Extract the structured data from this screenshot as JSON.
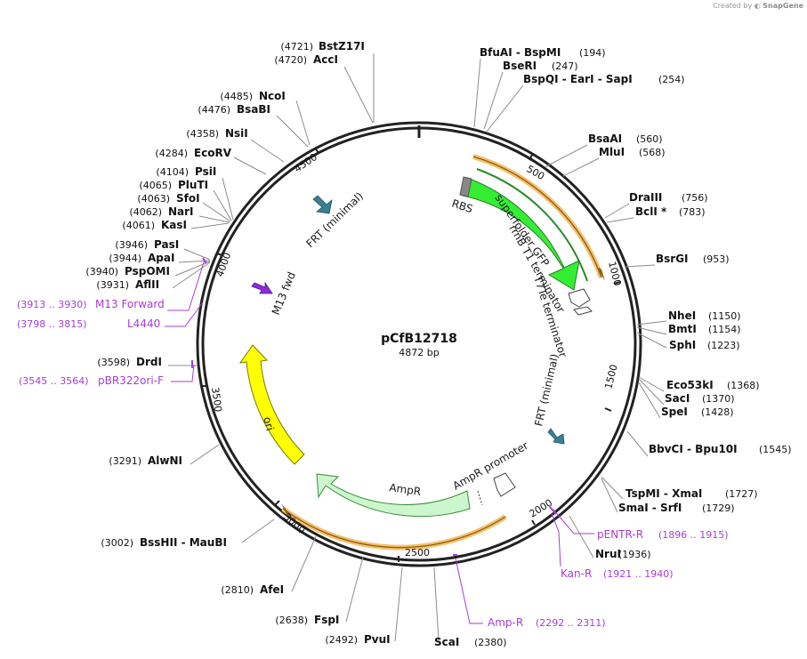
{
  "credit": {
    "prefix": "Created by",
    "brand": "SnapGene"
  },
  "plasmid": {
    "name": "pCfB12718",
    "size_label": "4872 bp",
    "length": 4872
  },
  "ticks": [
    "500",
    "1000",
    "1500",
    "2000",
    "2500",
    "3000",
    "3500",
    "4000",
    "4500"
  ],
  "sites": [
    {
      "name": "BstZ17I",
      "pos": "(4721)"
    },
    {
      "name": "AccI",
      "pos": "(4720)"
    },
    {
      "name": "NcoI",
      "pos": "(4485)"
    },
    {
      "name": "BsaBI",
      "pos": "(4476)"
    },
    {
      "name": "NsiI",
      "pos": "(4358)"
    },
    {
      "name": "EcoRV",
      "pos": "(4284)"
    },
    {
      "name": "PsiI",
      "pos": "(4104)"
    },
    {
      "name": "PluTI",
      "pos": "(4065)"
    },
    {
      "name": "SfoI",
      "pos": "(4063)"
    },
    {
      "name": "NarI",
      "pos": "(4062)"
    },
    {
      "name": "KasI",
      "pos": "(4061)"
    },
    {
      "name": "PasI",
      "pos": "(3946)"
    },
    {
      "name": "ApaI",
      "pos": "(3944)"
    },
    {
      "name": "PspOMI",
      "pos": "(3940)"
    },
    {
      "name": "AflII",
      "pos": "(3931)"
    },
    {
      "name": "DrdI",
      "pos": "(3598)"
    },
    {
      "name": "AlwNI",
      "pos": "(3291)"
    },
    {
      "name": "BssHII  - MauBI",
      "pos": "(3002)"
    },
    {
      "name": "AfeI",
      "pos": "(2810)"
    },
    {
      "name": "FspI",
      "pos": "(2638)"
    },
    {
      "name": "PvuI",
      "pos": "(2492)"
    },
    {
      "name": "ScaI",
      "pos": "(2380)"
    },
    {
      "name": "BfuAI  - BspMI",
      "pos": "(194)"
    },
    {
      "name": "BseRI",
      "pos": "(247)"
    },
    {
      "name": "BspQI  - EarI  - SapI",
      "pos": "(254)"
    },
    {
      "name": "BsaAI",
      "pos": "(560)"
    },
    {
      "name": "MluI",
      "pos": "(568)"
    },
    {
      "name": "DraIII",
      "pos": "(756)"
    },
    {
      "name": "BclI *",
      "pos": "(783)"
    },
    {
      "name": "BsrGI",
      "pos": "(953)"
    },
    {
      "name": "NheI",
      "pos": "(1150)"
    },
    {
      "name": "BmtI",
      "pos": "(1154)"
    },
    {
      "name": "SphI",
      "pos": "(1223)"
    },
    {
      "name": "Eco53kI",
      "pos": "(1368)"
    },
    {
      "name": "SacI",
      "pos": "(1370)"
    },
    {
      "name": "SpeI",
      "pos": "(1428)"
    },
    {
      "name": "BbvCI  - Bpu10I",
      "pos": "(1545)"
    },
    {
      "name": "TspMI  - XmaI",
      "pos": "(1727)"
    },
    {
      "name": "SmaI  - SrfI",
      "pos": "(1729)"
    },
    {
      "name": "NruI",
      "pos": "(1936)"
    }
  ],
  "primers": [
    {
      "range": "(3913 .. 3930)",
      "name": "M13 Forward"
    },
    {
      "range": "(3798 .. 3815)",
      "name": "L4440"
    },
    {
      "range": "(3545 .. 3564)",
      "name": "pBR322ori-F"
    },
    {
      "name": "pENTR-R",
      "range": "(1896 .. 1915)"
    },
    {
      "name": "Kan-R",
      "range": "(1921 .. 1940)"
    },
    {
      "name": "Amp-R",
      "range": "(2292 .. 2311)"
    }
  ],
  "features": {
    "rbs": "RBS",
    "sfgfp": "superfolder GFP",
    "rrnb": "rrnB T1 terminator",
    "t7te": "T7Te terminator",
    "frt_top": "FRT (minimal)",
    "frt_right": "FRT (minimal)",
    "m13fwd": "M13 fwd",
    "ori": "ori",
    "ampr": "AmpR",
    "ampr_promoter": "AmpR promoter"
  },
  "colors": {
    "gfp": "#33ee33",
    "ori": "#ffff00",
    "ampr": "#ccf7cc",
    "primer": "#a63dd9",
    "frt": "#3a7f93",
    "orf_band": "#f5c06b"
  }
}
